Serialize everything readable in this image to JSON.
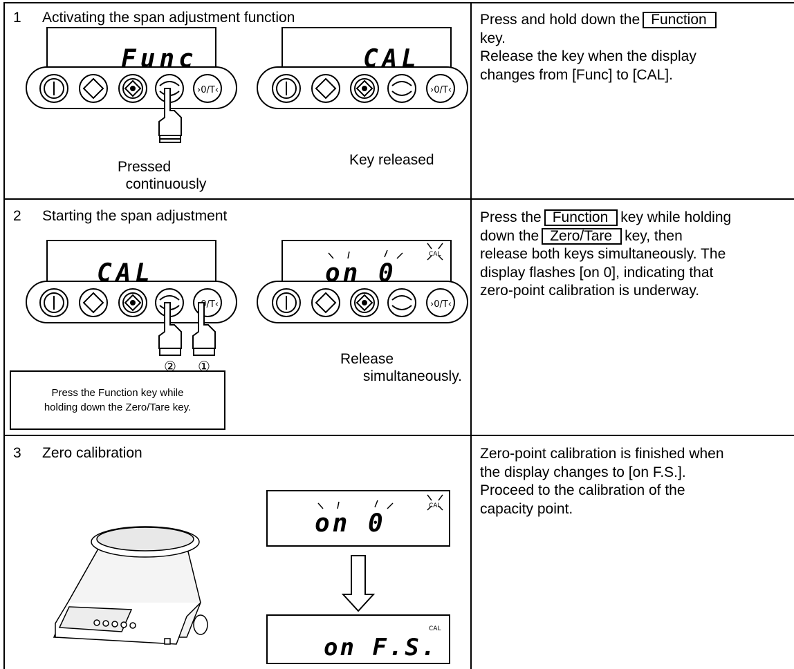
{
  "steps": [
    {
      "number": "1",
      "title": "Activating the span adjustment function",
      "description": {
        "line1_pre": "Press and hold down the",
        "line1_key": "Function",
        "line2": "key.",
        "line3": "Release the key when the display",
        "line4": "changes from [Func] to [CAL]."
      },
      "captions": {
        "left": "Pressed\ncontinuously",
        "left_l1": "Pressed",
        "left_l2": "continuously",
        "right": "Key released"
      },
      "displays": {
        "left": "Func",
        "right": "CAL"
      }
    },
    {
      "number": "2",
      "title": "Starting the span adjustment",
      "description": {
        "l1_pre": "Press the",
        "l1_key": "Function",
        "l1_post": "key while holding",
        "l2_pre": "down the",
        "l2_key": "Zero/Tare",
        "l2_post": "key, then",
        "l3": "release both keys simultaneously.   The",
        "l4": "display flashes [on    0], indicating that",
        "l5": "zero-point calibration is underway."
      },
      "captions": {
        "right_l1": "Release",
        "right_l2": "simultaneously."
      },
      "note": {
        "l1": "Press the Function key while",
        "l2": "holding down the Zero/Tare key."
      },
      "displays": {
        "left": "CAL",
        "right": "on  0"
      },
      "markers": {
        "a": "②",
        "b": "①"
      }
    },
    {
      "number": "3",
      "title": "Zero calibration",
      "description": {
        "l1": "Zero-point calibration is finished when",
        "l2": "the display changes to [on    F.S.].",
        "l3": "Proceed to the calibration of the",
        "l4": "capacity point."
      },
      "displays": {
        "top": "on  0",
        "bottom": "on  F.S."
      }
    }
  ],
  "keypad_labels": {
    "zero_tare": "›0/T‹",
    "cal_indicator": "CAL"
  },
  "colors": {
    "line": "#000000",
    "background": "#ffffff"
  }
}
